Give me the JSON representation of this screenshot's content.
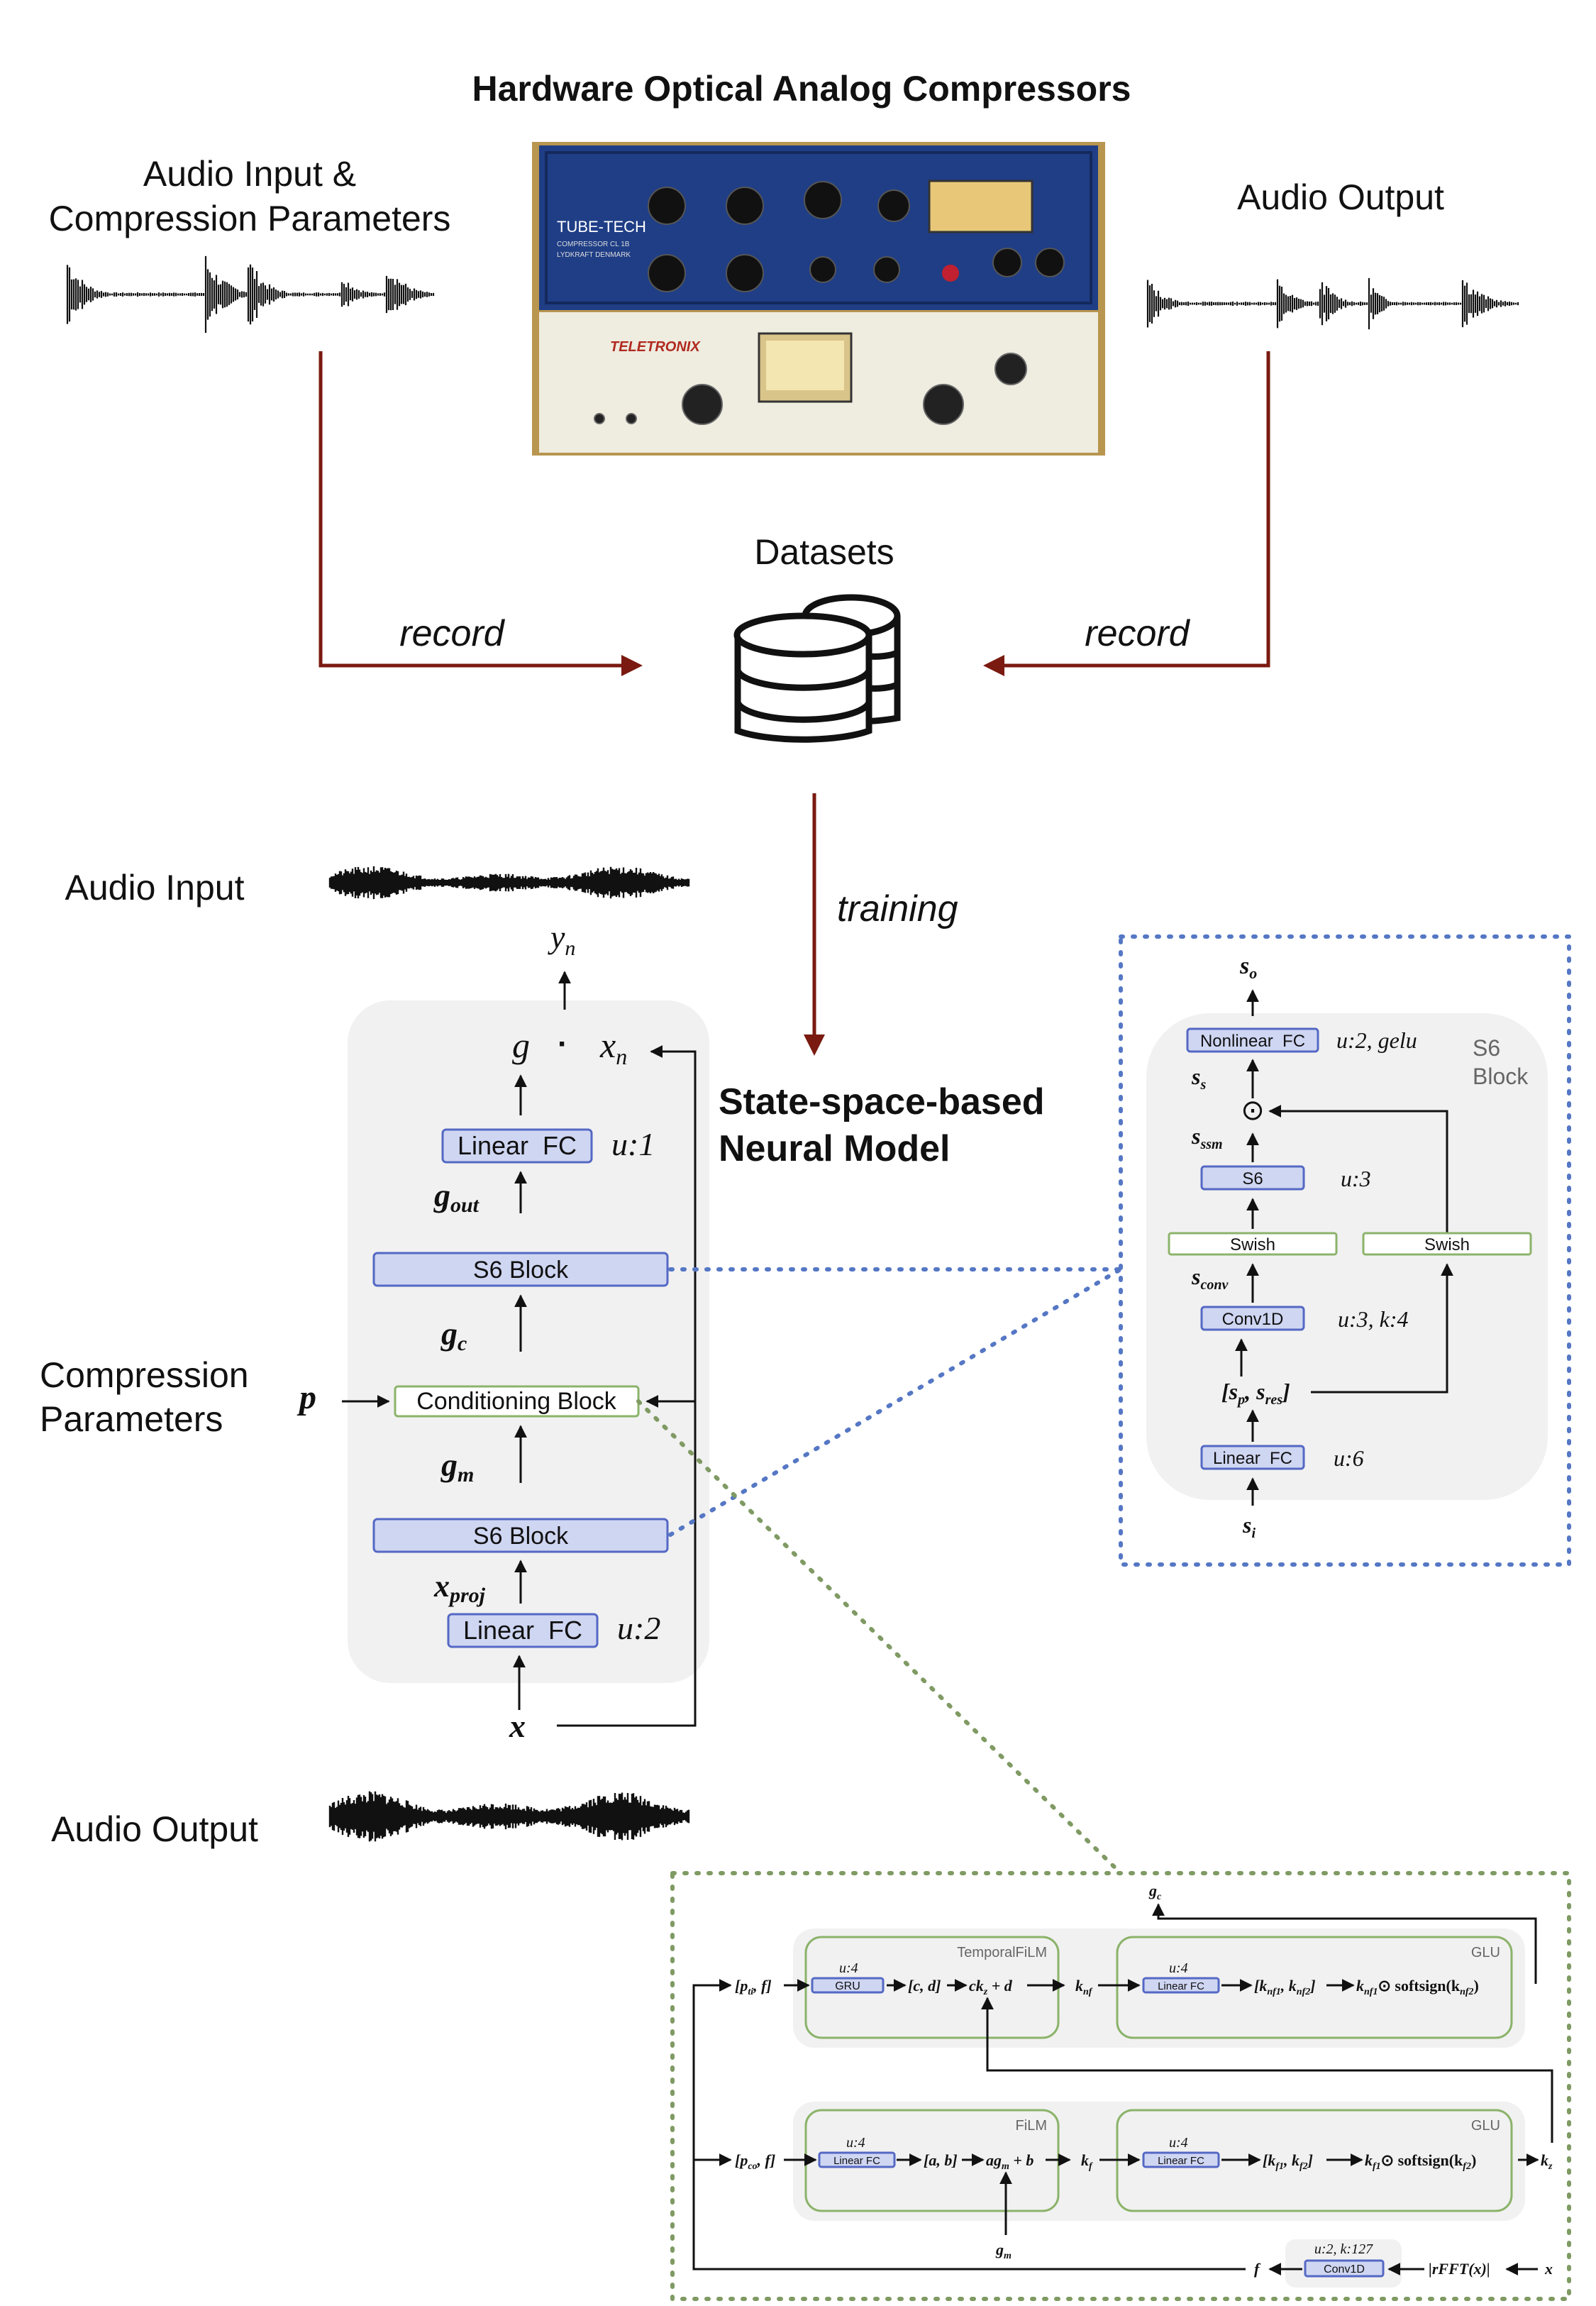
{
  "top": {
    "title": "Hardware Optical Analog Compressors",
    "audio_input_params_line1": "Audio Input &",
    "audio_input_params_line2": "Compression Parameters",
    "audio_output": "Audio Output",
    "datasets": "Datasets",
    "record_left": "record",
    "record_right": "record",
    "training": "training",
    "hardware_photo": {
      "upper_unit_brand": "TUBE-TECH",
      "upper_unit_model": "COMPRESSOR CL 1B",
      "upper_unit_maker": "LYDKRAFT DENMARK",
      "lower_unit_brand": "TELETRONIX"
    }
  },
  "model": {
    "title_line1": "State-space-based",
    "title_line2": "Neural Model",
    "audio_input": "Audio Input",
    "audio_output": "Audio Output",
    "compression_line1": "Compression",
    "compression_line2": "Parameters",
    "p": "p",
    "x": "x",
    "linear_fc_bottom": "Linear  FC",
    "u2": "u:2",
    "x_proj": "x",
    "x_proj_sub": "proj",
    "s6_block_lower": "S6 Block",
    "g_m": "g",
    "g_m_sub": "m",
    "conditioning_block": "Conditioning Block",
    "g_c": "g",
    "g_c_sub": "c",
    "s6_block_upper": "S6 Block",
    "g_out": "g",
    "g_out_sub": "out",
    "linear_fc_top": "Linear  FC",
    "u1": "u:1",
    "g": "g",
    "dot": "·",
    "x_n": "x",
    "x_n_sub": "n",
    "y_n": "y",
    "y_n_sub": "n"
  },
  "s6_detail": {
    "title_line1": "S6",
    "title_line2": "Block",
    "s_o": "s",
    "s_o_sub": "o",
    "nonlinear_fc": "Nonlinear  FC",
    "u2_gelu": "u:2, gelu",
    "s_s": "s",
    "s_s_sub": "s",
    "odot": "⊙",
    "s_ssm": "s",
    "s_ssm_sub": "ssm",
    "s6": "S6",
    "u3": "u:3",
    "swish_left": "Swish",
    "swish_right": "Swish",
    "s_conv": "s",
    "s_conv_sub": "conv",
    "conv1d": "Conv1D",
    "u3_k4": "u:3, k:4",
    "sp_sres": "[s",
    "sp_sres_p": "p",
    "sp_sres_mid": ", s",
    "sp_sres_res": "res",
    "sp_sres_end": "]",
    "linear_fc": "Linear  FC",
    "u6": "u:6",
    "s_i": "s",
    "s_i_sub": "i"
  },
  "cond_detail": {
    "g_c": "g",
    "g_c_sub": "c",
    "temporal_film": "TemporalFiLM",
    "glu_top": "GLU",
    "film": "FiLM",
    "glu_bottom": "GLU",
    "p_ti_f": "[p",
    "p_ti_f_sub": "ti",
    "p_ti_f_end": ", f]",
    "u4_gru": "u:4",
    "gru": "GRU",
    "cd": "[c, d]",
    "ck_d": "ck",
    "ck_d_sub": "z",
    "ck_d_end": " + d",
    "k_nf": "k",
    "k_nf_sub": "nf",
    "u4_top_glu": "u:4",
    "linear_fc_top_glu": "Linear FC",
    "k_nf12": "[k",
    "k_nf12_a": "nf1",
    "k_nf12_mid": ", k",
    "k_nf12_b": "nf2",
    "k_nf12_end": "]",
    "k_nf1": "k",
    "k_nf1_sub": "nf1",
    "softsign_top": "⊙ softsign(k",
    "softsign_top_sub": "nf2",
    "softsign_top_end": ")",
    "p_co_f": "[p",
    "p_co_f_sub": "co",
    "p_co_f_end": ", f]",
    "u4_film": "u:4",
    "linear_fc_film": "Linear FC",
    "ab": "[a, b]",
    "ag_b": "ag",
    "ag_b_sub": "m",
    "ag_b_end": " + b",
    "k_f": "k",
    "k_f_sub": "f",
    "u4_bottom_glu": "u:4",
    "linear_fc_bottom_glu": "Linear FC",
    "k_f12": "[k",
    "k_f12_a": "f1",
    "k_f12_mid": ", k",
    "k_f12_b": "f2",
    "k_f12_end": "]",
    "k_f1": "k",
    "k_f1_sub": "f1",
    "softsign_bottom": "⊙ softsign(k",
    "softsign_bottom_sub": "f2",
    "softsign_bottom_end": ")",
    "k_z": "k",
    "k_z_sub": "z",
    "g_m": "g",
    "g_m_sub": "m",
    "f": "f",
    "u2_k127": "u:2, k:127",
    "conv1d": "Conv1D",
    "rfft": "|rFFT(x)|",
    "x": "x"
  },
  "colors": {
    "red_arrow": "#7a1a10",
    "blue_block_fill": "#cfd6f2",
    "blue_block_stroke": "#5468c4",
    "green_block_stroke": "#8bb36a",
    "blue_dotted": "#5577c4",
    "green_dotted": "#7f9a63",
    "panel_gray": "#f1f1f1"
  },
  "icons": [
    "database-icon",
    "waveform-icon",
    "hardware-photo"
  ]
}
